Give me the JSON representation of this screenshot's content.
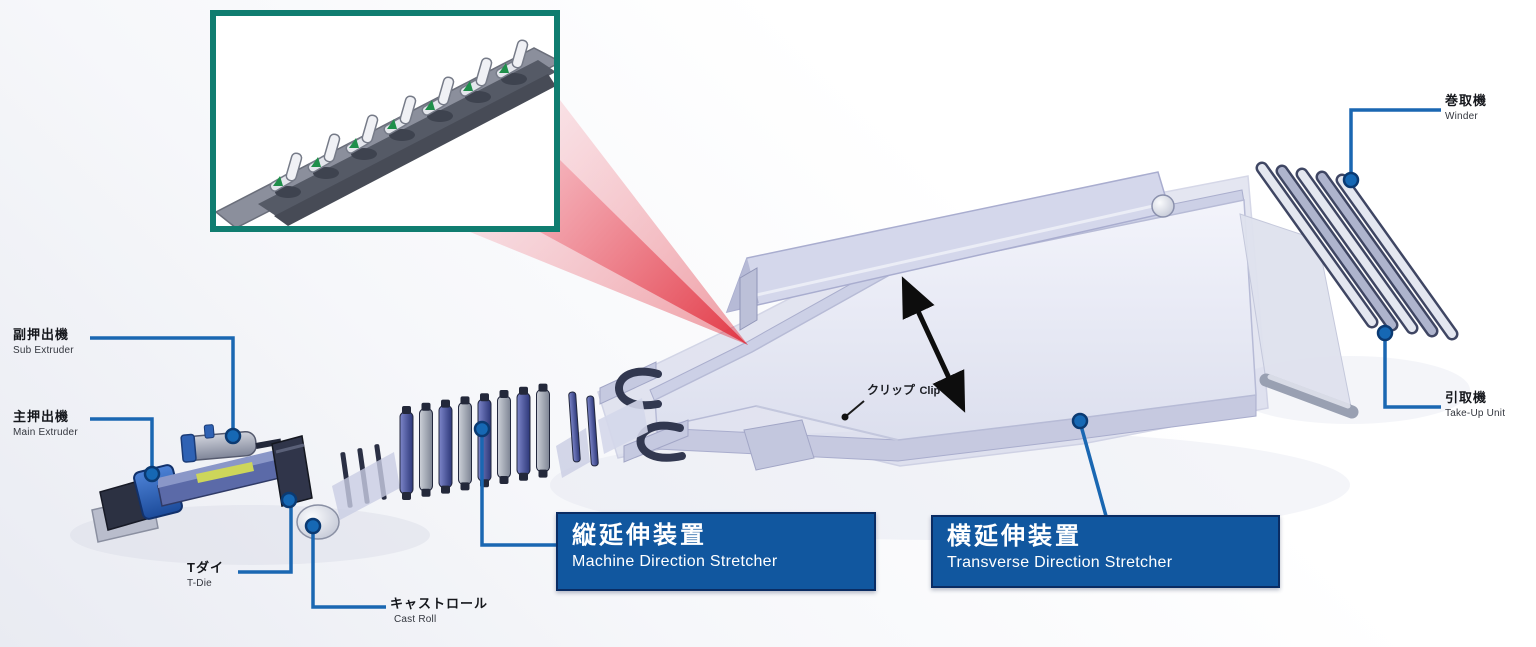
{
  "labels": {
    "sub_extruder": {
      "ja": "副押出機",
      "en": "Sub Extruder"
    },
    "main_extruder": {
      "ja": "主押出機",
      "en": "Main Extruder"
    },
    "t_die": {
      "ja": "Tダイ",
      "en": "T-Die"
    },
    "cast_roll": {
      "ja": "キャストロール",
      "en": "Cast Roll"
    },
    "clip": {
      "ja": "クリップ",
      "en": "Clip"
    },
    "winder": {
      "ja": "巻取機",
      "en": "Winder"
    },
    "take_up_unit": {
      "ja": "引取機",
      "en": "Take-Up Unit"
    }
  },
  "process_boxes": {
    "md_stretcher": {
      "ja": "縦延伸装置",
      "en": "Machine Direction Stretcher"
    },
    "td_stretcher": {
      "ja": "横延伸装置",
      "en": "Transverse Direction Stretcher"
    }
  },
  "colors": {
    "leader_blue": "#1a67b2",
    "leader_dot": "#1668b4",
    "process_box_blue": "#11579f",
    "process_box_border": "#0a2c63",
    "inset_border_teal": "#107d70",
    "beam_red": "#e02836",
    "film_lavender": "#d6d9ec"
  }
}
